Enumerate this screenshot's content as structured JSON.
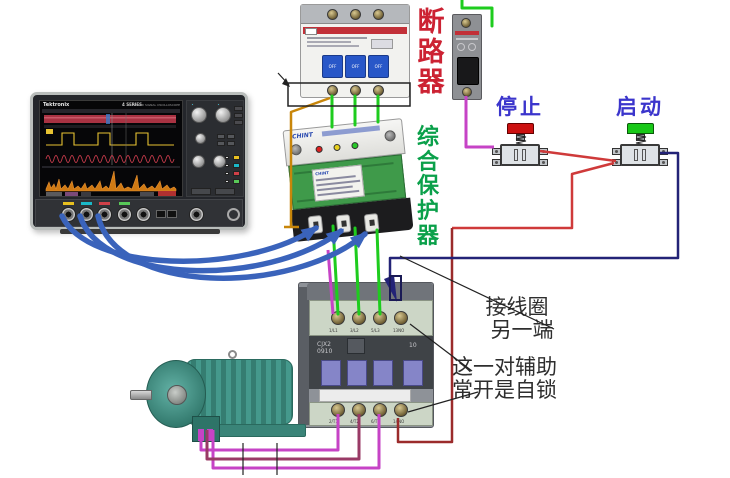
{
  "labels": {
    "breaker": "断路器",
    "protector": "综合保护器",
    "stop": "停止",
    "start": "启动",
    "note_coil_line1": "接线圈",
    "note_coil_line2": "另一端",
    "note_aux_line1": "这一对辅助",
    "note_aux_line2": "常开是自锁"
  },
  "oscilloscope": {
    "brand": "Tektronix",
    "series": "4 SERIES",
    "series_suffix": "MIXED SIGNAL OSCILLOSCOPE",
    "channel_colors": [
      "#e8c020",
      "#1ab8c8",
      "#d04048",
      "#58c858"
    ]
  },
  "breaker3p": {
    "toggle_label": "OFF"
  },
  "protector": {
    "brand": "CHINT"
  },
  "contactor": {
    "model_line1": "CJX2",
    "model_line2": "0910",
    "aux_mark": "10",
    "terminals_top": [
      "1/L1",
      "3/L2",
      "5/L3",
      "13NO"
    ],
    "terminals_bottom": [
      "2/T1",
      "4/T2",
      "6/T3",
      "14NO"
    ]
  },
  "colors": {
    "breaker_label": "#cc2233",
    "protector_label": "#0aa04a",
    "button_label": "#3b35cc",
    "note_text": "#2e2e2e"
  },
  "wire_colors": {
    "green": "#1ecc1e",
    "orange": "#c8860a",
    "magenta": "#c643c6",
    "magenta_dark": "#993a66",
    "red": "#cf3a3a",
    "dark_red": "#9b2b2b",
    "navy": "#232377",
    "probe_blue": "#3a63bb",
    "black": "#222222",
    "annotation_navy": "#1a1a55"
  }
}
